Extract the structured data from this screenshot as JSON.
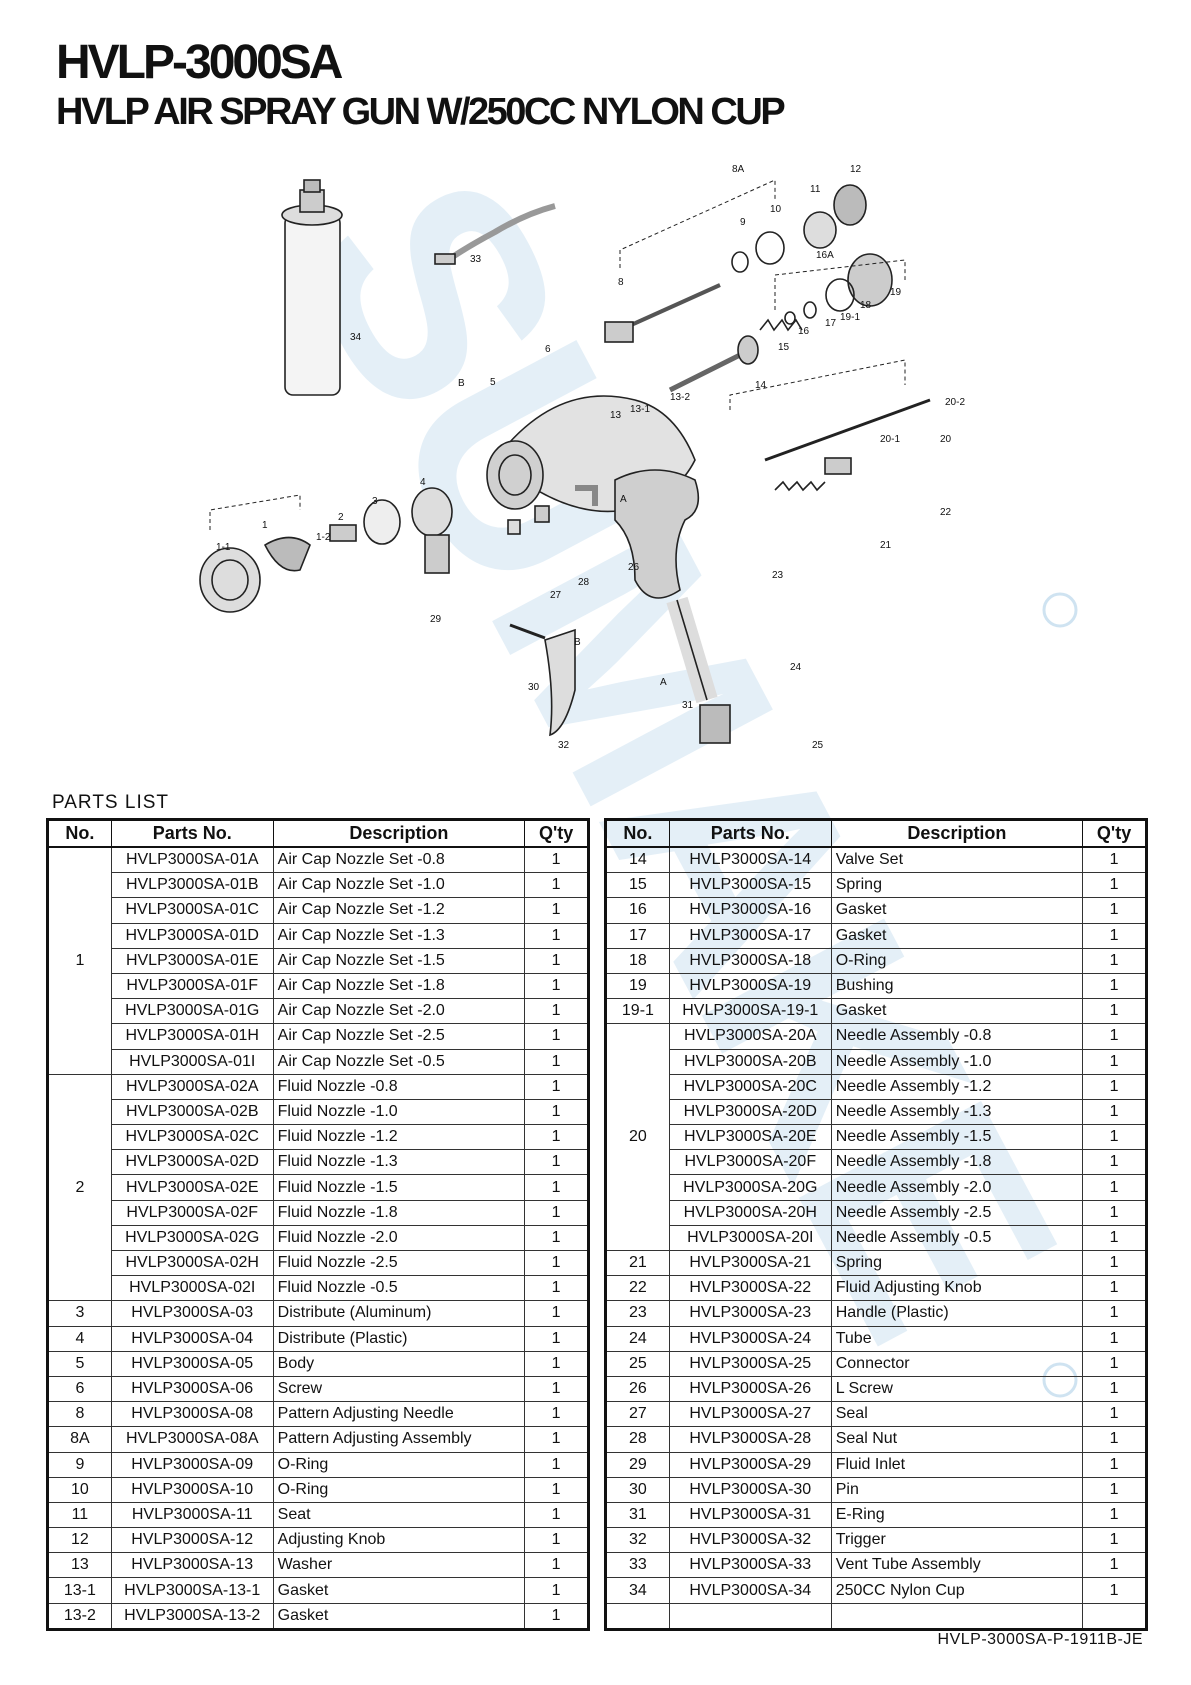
{
  "header": {
    "model": "HVLP-3000SA",
    "subtitle": "HVLP AIR SPRAY GUN W/250CC NYLON CUP"
  },
  "watermark": {
    "brand": "SUMAKE"
  },
  "diagram": {
    "callouts": [
      "8A",
      "12",
      "11",
      "10",
      "9",
      "16A",
      "8",
      "19",
      "18",
      "17",
      "16",
      "19-1",
      "33",
      "34",
      "15",
      "6",
      "14",
      "13-2",
      "13-1",
      "13",
      "B",
      "5",
      "20-2",
      "20-1",
      "20",
      "A",
      "4",
      "3",
      "22",
      "21",
      "2",
      "1",
      "1-2",
      "1-1",
      "26",
      "27",
      "28",
      "23",
      "29",
      "B",
      "A",
      "30",
      "31",
      "24",
      "32",
      "25"
    ]
  },
  "parts_list": {
    "label": "PARTS LIST",
    "headers": {
      "no": "No.",
      "part": "Parts No.",
      "desc": "Description",
      "qty": "Q'ty"
    },
    "left": [
      {
        "no": "1",
        "part": "HVLP3000SA-01A",
        "desc": "Air Cap Nozzle Set -0.8",
        "qty": "1"
      },
      {
        "no": "",
        "part": "HVLP3000SA-01B",
        "desc": "Air Cap Nozzle Set -1.0",
        "qty": "1"
      },
      {
        "no": "",
        "part": "HVLP3000SA-01C",
        "desc": "Air Cap Nozzle Set -1.2",
        "qty": "1"
      },
      {
        "no": "",
        "part": "HVLP3000SA-01D",
        "desc": "Air Cap Nozzle Set -1.3",
        "qty": "1"
      },
      {
        "no": "",
        "part": "HVLP3000SA-01E",
        "desc": "Air Cap Nozzle Set -1.5",
        "qty": "1"
      },
      {
        "no": "",
        "part": "HVLP3000SA-01F",
        "desc": "Air Cap Nozzle Set -1.8",
        "qty": "1"
      },
      {
        "no": "",
        "part": "HVLP3000SA-01G",
        "desc": "Air Cap Nozzle Set -2.0",
        "qty": "1"
      },
      {
        "no": "",
        "part": "HVLP3000SA-01H",
        "desc": "Air Cap Nozzle Set -2.5",
        "qty": "1"
      },
      {
        "no": "",
        "part": "HVLP3000SA-01I",
        "desc": "Air Cap Nozzle Set -0.5",
        "qty": "1"
      },
      {
        "no": "2",
        "part": "HVLP3000SA-02A",
        "desc": "Fluid Nozzle -0.8",
        "qty": "1"
      },
      {
        "no": "",
        "part": "HVLP3000SA-02B",
        "desc": "Fluid Nozzle -1.0",
        "qty": "1"
      },
      {
        "no": "",
        "part": "HVLP3000SA-02C",
        "desc": "Fluid Nozzle -1.2",
        "qty": "1"
      },
      {
        "no": "",
        "part": "HVLP3000SA-02D",
        "desc": "Fluid Nozzle -1.3",
        "qty": "1"
      },
      {
        "no": "",
        "part": "HVLP3000SA-02E",
        "desc": "Fluid Nozzle -1.5",
        "qty": "1"
      },
      {
        "no": "",
        "part": "HVLP3000SA-02F",
        "desc": "Fluid Nozzle -1.8",
        "qty": "1"
      },
      {
        "no": "",
        "part": "HVLP3000SA-02G",
        "desc": "Fluid Nozzle -2.0",
        "qty": "1"
      },
      {
        "no": "",
        "part": "HVLP3000SA-02H",
        "desc": "Fluid Nozzle -2.5",
        "qty": "1"
      },
      {
        "no": "",
        "part": "HVLP3000SA-02I",
        "desc": "Fluid Nozzle -0.5",
        "qty": "1"
      },
      {
        "no": "3",
        "part": "HVLP3000SA-03",
        "desc": "Distribute (Aluminum)",
        "qty": "1"
      },
      {
        "no": "4",
        "part": "HVLP3000SA-04",
        "desc": "Distribute (Plastic)",
        "qty": "1"
      },
      {
        "no": "5",
        "part": "HVLP3000SA-05",
        "desc": "Body",
        "qty": "1"
      },
      {
        "no": "6",
        "part": "HVLP3000SA-06",
        "desc": "Screw",
        "qty": "1"
      },
      {
        "no": "8",
        "part": "HVLP3000SA-08",
        "desc": "Pattern Adjusting Needle",
        "qty": "1"
      },
      {
        "no": "8A",
        "part": "HVLP3000SA-08A",
        "desc": "Pattern Adjusting Assembly",
        "qty": "1"
      },
      {
        "no": "9",
        "part": "HVLP3000SA-09",
        "desc": "O-Ring",
        "qty": "1"
      },
      {
        "no": "10",
        "part": "HVLP3000SA-10",
        "desc": "O-Ring",
        "qty": "1"
      },
      {
        "no": "11",
        "part": "HVLP3000SA-11",
        "desc": "Seat",
        "qty": "1"
      },
      {
        "no": "12",
        "part": "HVLP3000SA-12",
        "desc": "Adjusting Knob",
        "qty": "1"
      },
      {
        "no": "13",
        "part": "HVLP3000SA-13",
        "desc": "Washer",
        "qty": "1"
      },
      {
        "no": "13-1",
        "part": "HVLP3000SA-13-1",
        "desc": "Gasket",
        "qty": "1"
      },
      {
        "no": "13-2",
        "part": "HVLP3000SA-13-2",
        "desc": "Gasket",
        "qty": "1"
      }
    ],
    "right": [
      {
        "no": "14",
        "part": "HVLP3000SA-14",
        "desc": "Valve Set",
        "qty": "1"
      },
      {
        "no": "15",
        "part": "HVLP3000SA-15",
        "desc": "Spring",
        "qty": "1"
      },
      {
        "no": "16",
        "part": "HVLP3000SA-16",
        "desc": "Gasket",
        "qty": "1"
      },
      {
        "no": "17",
        "part": "HVLP3000SA-17",
        "desc": "Gasket",
        "qty": "1"
      },
      {
        "no": "18",
        "part": "HVLP3000SA-18",
        "desc": "O-Ring",
        "qty": "1"
      },
      {
        "no": "19",
        "part": "HVLP3000SA-19",
        "desc": "Bushing",
        "qty": "1"
      },
      {
        "no": "19-1",
        "part": "HVLP3000SA-19-1",
        "desc": "Gasket",
        "qty": "1"
      },
      {
        "no": "20",
        "part": "HVLP3000SA-20A",
        "desc": "Needle Assembly -0.8",
        "qty": "1"
      },
      {
        "no": "",
        "part": "HVLP3000SA-20B",
        "desc": "Needle Assembly -1.0",
        "qty": "1"
      },
      {
        "no": "",
        "part": "HVLP3000SA-20C",
        "desc": "Needle Assembly -1.2",
        "qty": "1"
      },
      {
        "no": "",
        "part": "HVLP3000SA-20D",
        "desc": "Needle Assembly -1.3",
        "qty": "1"
      },
      {
        "no": "",
        "part": "HVLP3000SA-20E",
        "desc": "Needle Assembly -1.5",
        "qty": "1"
      },
      {
        "no": "",
        "part": "HVLP3000SA-20F",
        "desc": "Needle Assembly -1.8",
        "qty": "1"
      },
      {
        "no": "",
        "part": "HVLP3000SA-20G",
        "desc": "Needle Assembly -2.0",
        "qty": "1"
      },
      {
        "no": "",
        "part": "HVLP3000SA-20H",
        "desc": "Needle Assembly -2.5",
        "qty": "1"
      },
      {
        "no": "",
        "part": "HVLP3000SA-20I",
        "desc": "Needle Assembly -0.5",
        "qty": "1"
      },
      {
        "no": "21",
        "part": "HVLP3000SA-21",
        "desc": "Spring",
        "qty": "1"
      },
      {
        "no": "22",
        "part": "HVLP3000SA-22",
        "desc": "Fluid Adjusting Knob",
        "qty": "1"
      },
      {
        "no": "23",
        "part": "HVLP3000SA-23",
        "desc": "Handle (Plastic)",
        "qty": "1"
      },
      {
        "no": "24",
        "part": "HVLP3000SA-24",
        "desc": "Tube",
        "qty": "1"
      },
      {
        "no": "25",
        "part": "HVLP3000SA-25",
        "desc": "Connector",
        "qty": "1"
      },
      {
        "no": "26",
        "part": "HVLP3000SA-26",
        "desc": "L Screw",
        "qty": "1"
      },
      {
        "no": "27",
        "part": "HVLP3000SA-27",
        "desc": "Seal",
        "qty": "1"
      },
      {
        "no": "28",
        "part": "HVLP3000SA-28",
        "desc": "Seal Nut",
        "qty": "1"
      },
      {
        "no": "29",
        "part": "HVLP3000SA-29",
        "desc": "Fluid Inlet",
        "qty": "1"
      },
      {
        "no": "30",
        "part": "HVLP3000SA-30",
        "desc": "Pin",
        "qty": "1"
      },
      {
        "no": "31",
        "part": "HVLP3000SA-31",
        "desc": "E-Ring",
        "qty": "1"
      },
      {
        "no": "32",
        "part": "HVLP3000SA-32",
        "desc": "Trigger",
        "qty": "1"
      },
      {
        "no": "33",
        "part": "HVLP3000SA-33",
        "desc": "Vent Tube Assembly",
        "qty": "1"
      },
      {
        "no": "34",
        "part": "HVLP3000SA-34",
        "desc": "250CC Nylon Cup",
        "qty": "1"
      },
      {
        "no": "",
        "part": "",
        "desc": "",
        "qty": ""
      }
    ]
  },
  "footer": {
    "doc_code": "HVLP-3000SA-P-1911B-JE"
  },
  "colors": {
    "watermark": "#cfe3f1",
    "ink": "#111111"
  }
}
